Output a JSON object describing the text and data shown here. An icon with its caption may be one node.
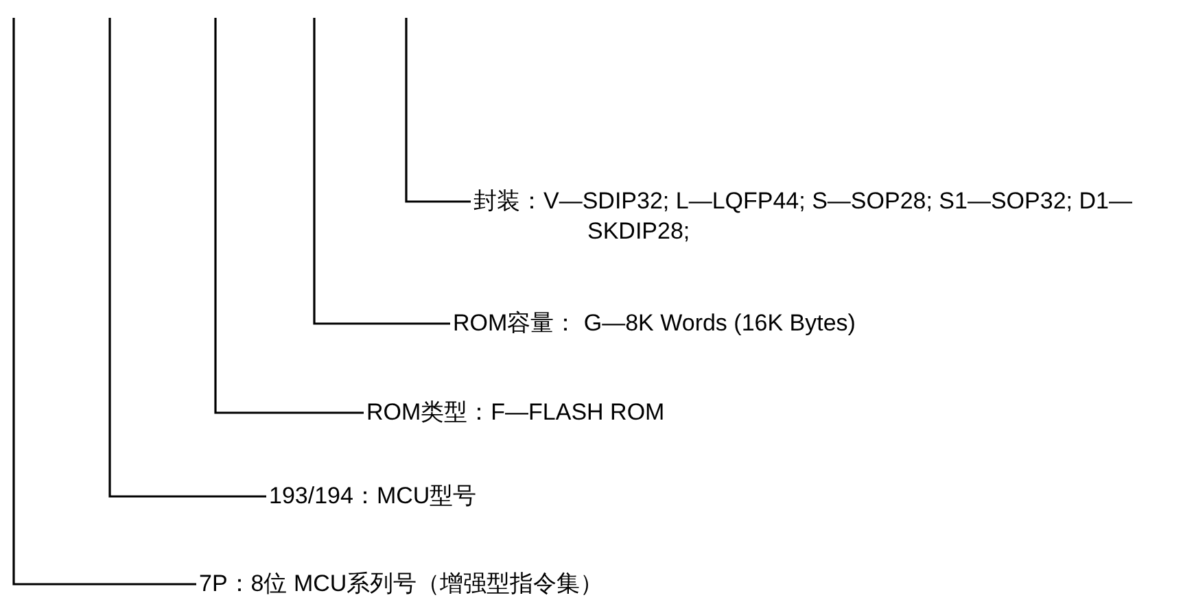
{
  "diagram": {
    "nodes": [
      {
        "text": [
          "封装：V—SDIP32;  L—LQFP44; S—SOP28; S1—SOP32; D1—SKDIP28;"
        ]
      },
      {
        "text": [
          "ROM容量： G—8K Words (16K Bytes)"
        ]
      },
      {
        "text": [
          "ROM类型：F—FLASH ROM"
        ]
      },
      {
        "text": [
          "193/194：MCU型号"
        ]
      },
      {
        "text": [
          "7P：8位 MCU系列号（增强型指令集）"
        ]
      }
    ],
    "edges": [
      {
        "from": null,
        "to": 0,
        "arrow": "none"
      },
      {
        "from": null,
        "to": 1,
        "arrow": "none"
      },
      {
        "from": null,
        "to": 2,
        "arrow": "none"
      },
      {
        "from": null,
        "to": 3,
        "arrow": "none"
      },
      {
        "from": null,
        "to": 4,
        "arrow": "none"
      }
    ]
  }
}
